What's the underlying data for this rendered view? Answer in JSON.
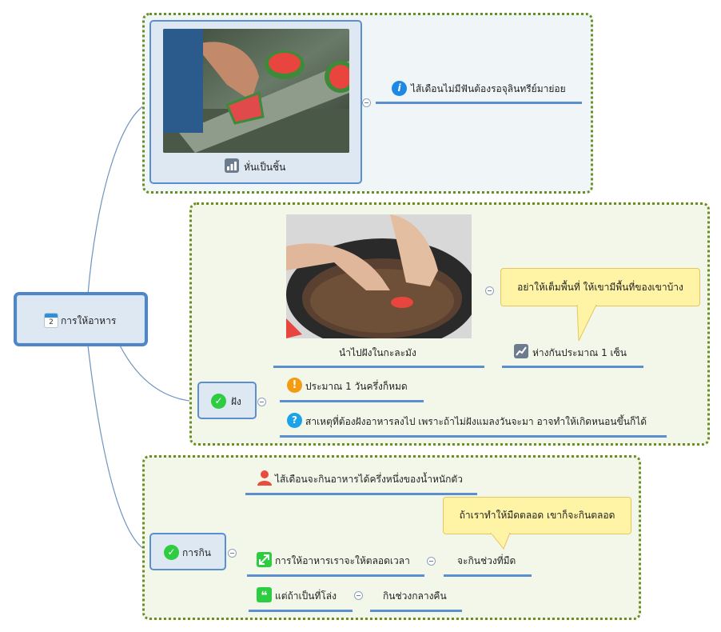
{
  "root": {
    "label": "การให้อาหาร"
  },
  "branch_cut": {
    "label": "หั่นเป็นชิ้น",
    "note": "ไส้เดือนไม่มีฟันต้องรอจุลินทรีย์มาย่อย"
  },
  "branch_bury": {
    "label": "ฝัง",
    "image_caption": "นำไปฝังในกะละมัง",
    "spacing": "ห่างกันประมาณ 1 เซ็น",
    "callout": "อย่าให้เต็มพื้นที่ ให้เขามีพื้นที่ของเขาบ้าง",
    "duration": "ประมาณ 1 วันครึ่งก็หมด",
    "reason": "สาเหตุที่ต้องฝังอาหารลงไป เพราะถ้าไม่ฝังแมลงวันจะมา อาจทำให้เกิดหนอนขึ้นก็ได้"
  },
  "branch_eat": {
    "label": "การกิน",
    "weight": "ไส้เดือนจะกินอาหารได้ครึ่งหนึ่งของน้ำหนักตัว",
    "always": "การให้อาหารเราจะให้ตลอดเวลา",
    "dark": "จะกินช่วงที่มืด",
    "callout": "ถ้าเราทำให้มืดตลอด เขาก็จะกินตลอด",
    "bright": "แต่ถ้าเป็นที่โล่ง",
    "night": "กินช่วงกลางคืน"
  },
  "colors": {
    "connector": "#6f93bf",
    "topic_border": "#5b8fd0",
    "boundary": "#6b8e23",
    "callout_fill": "#fff3a6",
    "check_green": "#2ecc40",
    "info_blue": "#1e88e5",
    "warn_orange": "#f39c12",
    "question_blue": "#1aa3e8",
    "person_red": "#e74c3c"
  },
  "icons": {
    "root": "calendar-icon",
    "cut": "bar-chart-icon",
    "note": "info-icon",
    "spacing": "line-chart-icon",
    "duration": "exclamation-icon",
    "reason": "question-icon",
    "weight": "person-icon",
    "always": "expand-arrows-icon",
    "bright": "quote-icon",
    "check": "check-icon"
  }
}
